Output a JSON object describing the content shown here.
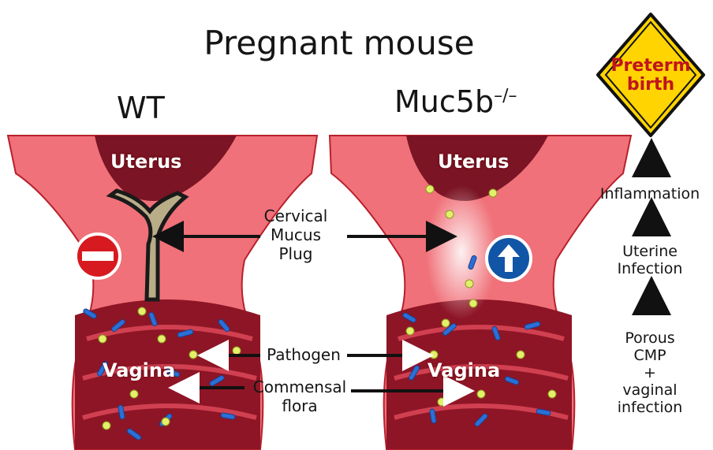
{
  "header": {
    "title": "Pregnant mouse"
  },
  "panels": {
    "wt": {
      "label": "WT",
      "uterus": "Uterus",
      "vagina": "Vagina",
      "sign": "no-entry-icon"
    },
    "ko": {
      "label_base": "Muc5b",
      "label_sup": "–/–",
      "uterus": "Uterus",
      "vagina": "Vagina",
      "sign": "up-arrow-icon"
    }
  },
  "callouts": {
    "plug": [
      "Cervical",
      "Mucus",
      "Plug"
    ],
    "pathogen": "Pathogen",
    "flora": [
      "Commensal",
      "flora"
    ]
  },
  "flow": {
    "warning": [
      "Preterm",
      "birth"
    ],
    "inflammation": "Inflammation",
    "infection": [
      "Uterine",
      "Infection"
    ],
    "cause": [
      "Porous",
      "CMP",
      "+",
      "vaginal",
      "infection"
    ]
  },
  "colors": {
    "tissue": "#f1747b",
    "tissue_dark": "#b8202c",
    "lumen": "#7b1424",
    "plug": "#b9ad88",
    "bacteria": "#2b6fd6",
    "pathogen": "#e4f06a",
    "no_entry": "#d71920",
    "up_sign": "#1155a6",
    "warning": "#ffd400"
  }
}
